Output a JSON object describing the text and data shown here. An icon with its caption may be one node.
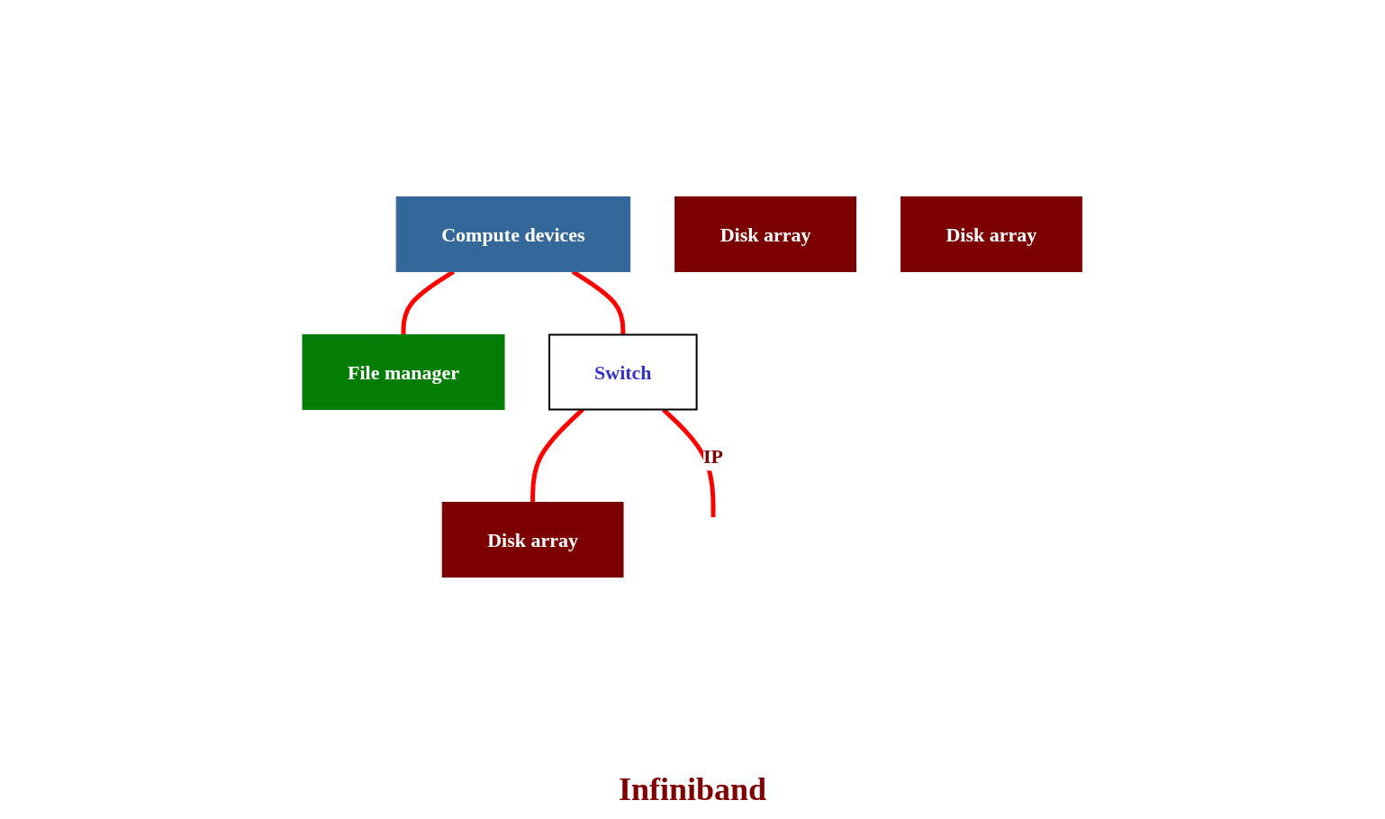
{
  "diagram": {
    "nodes": [
      {
        "text": [
          "Compute devices"
        ]
      },
      {
        "text": [
          "File manager"
        ]
      },
      {
        "text": [
          "Switch"
        ]
      },
      {
        "text": [
          "Disk array"
        ]
      },
      {
        "text": [
          "Disk array"
        ]
      },
      {
        "text": [
          "Disk array"
        ]
      }
    ],
    "edges": [
      {
        "from": 0,
        "to": 1,
        "arrow": "none"
      },
      {
        "from": 0,
        "to": 2,
        "arrow": "none"
      },
      {
        "from": 2,
        "to": 3,
        "arrow": "none"
      },
      {
        "from": 2,
        "to": null,
        "arrow": "none",
        "label": "IP"
      }
    ],
    "labels": [
      "Infiniband"
    ]
  }
}
